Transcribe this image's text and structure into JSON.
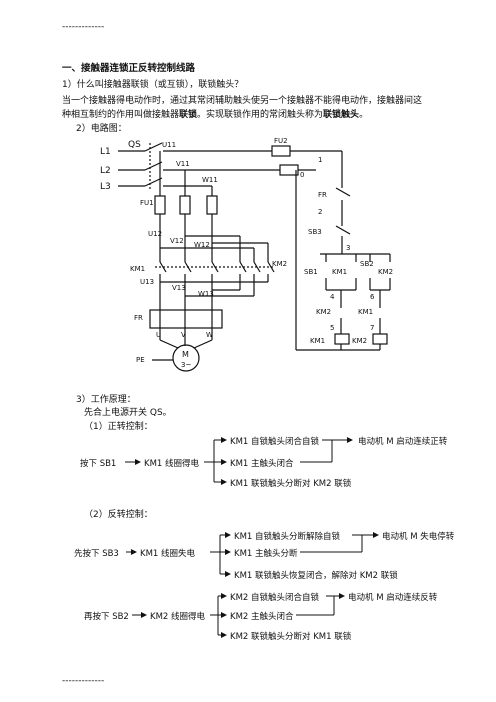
{
  "header_rule": "-------------",
  "footer_rule": "-------------",
  "title": "一、接触器连锁正反转控制线路",
  "q1": "1）什么叫接触器联锁（或互锁），联锁触头？",
  "para_line1": "当一个接触器得电动作时，通过其常闭辅助触头使另一个接触器不能得电动作，接触器间这",
  "para_line2_a": "种相互制约的作用叫做接触器",
  "para_line2_b": "联锁",
  "para_line2_c": "。实现联锁作用的常闭触头称为",
  "para_line2_d": "联锁触头",
  "para_line2_e": "。",
  "q2": "2）电路图：",
  "circuit": {
    "L1": "L1",
    "L2": "L2",
    "L3": "L3",
    "QS": "QS",
    "U11": "U11",
    "V11": "V11",
    "W11": "W11",
    "FU2": "FU2",
    "FU1": "FU1",
    "n1": "1",
    "n0": "0",
    "FR_ctrl": "FR",
    "n2": "2",
    "SB3": "SB3",
    "n3": "3",
    "SB1": "SB1",
    "KM1_c": "KM1",
    "SB2": "SB2",
    "KM2_c": "KM2",
    "n4": "4",
    "n6": "6",
    "KM2_il": "KM2",
    "KM1_il": "KM1",
    "n5": "5",
    "n7": "7",
    "KM1_coil": "KM1",
    "KM2_coil": "KM2",
    "U12": "U12",
    "V12": "V12",
    "W12": "W12",
    "KM1_main": "KM1",
    "KM2_main": "KM2",
    "U13": "U13",
    "V13": "V13",
    "W13": "W13",
    "FR_main": "FR",
    "U": "U",
    "V": "V",
    "W": "W",
    "M": "M",
    "M3": "3~",
    "PE": "PE"
  },
  "q3": "3）工作原理：",
  "step0": "先合上电源开关 QS。",
  "fwd_title": "（1）正转控制：",
  "fwd": {
    "start": "按下 SB1",
    "mid": "KM1 线圈得电",
    "b1": "KM1 自锁触头闭合自锁",
    "b1r": "电动机 M 启动连续正转",
    "b2": "KM1 主触头闭合",
    "b3": "KM1 联锁触头分断对 KM2 联锁"
  },
  "rev_title": "（2）反转控制：",
  "rev1": {
    "start": "先按下 SB3",
    "mid": "KM1 线圈失电",
    "b1": "KM1 自锁触头分断解除自锁",
    "b1r": "电动机 M 失电停转",
    "b2": "KM1 主触头分断",
    "b3": "KM1 联锁触头恢复闭合，解除对 KM2 联锁"
  },
  "rev2": {
    "start": "再按下 SB2",
    "mid": "KM2 线圈得电",
    "b1": "KM2 自锁触头闭合自锁",
    "b1r": "电动机 M 启动连续反转",
    "b2": "KM2 主触头闭合",
    "b3": "KM2 联锁触头分断对 KM1 联锁"
  }
}
